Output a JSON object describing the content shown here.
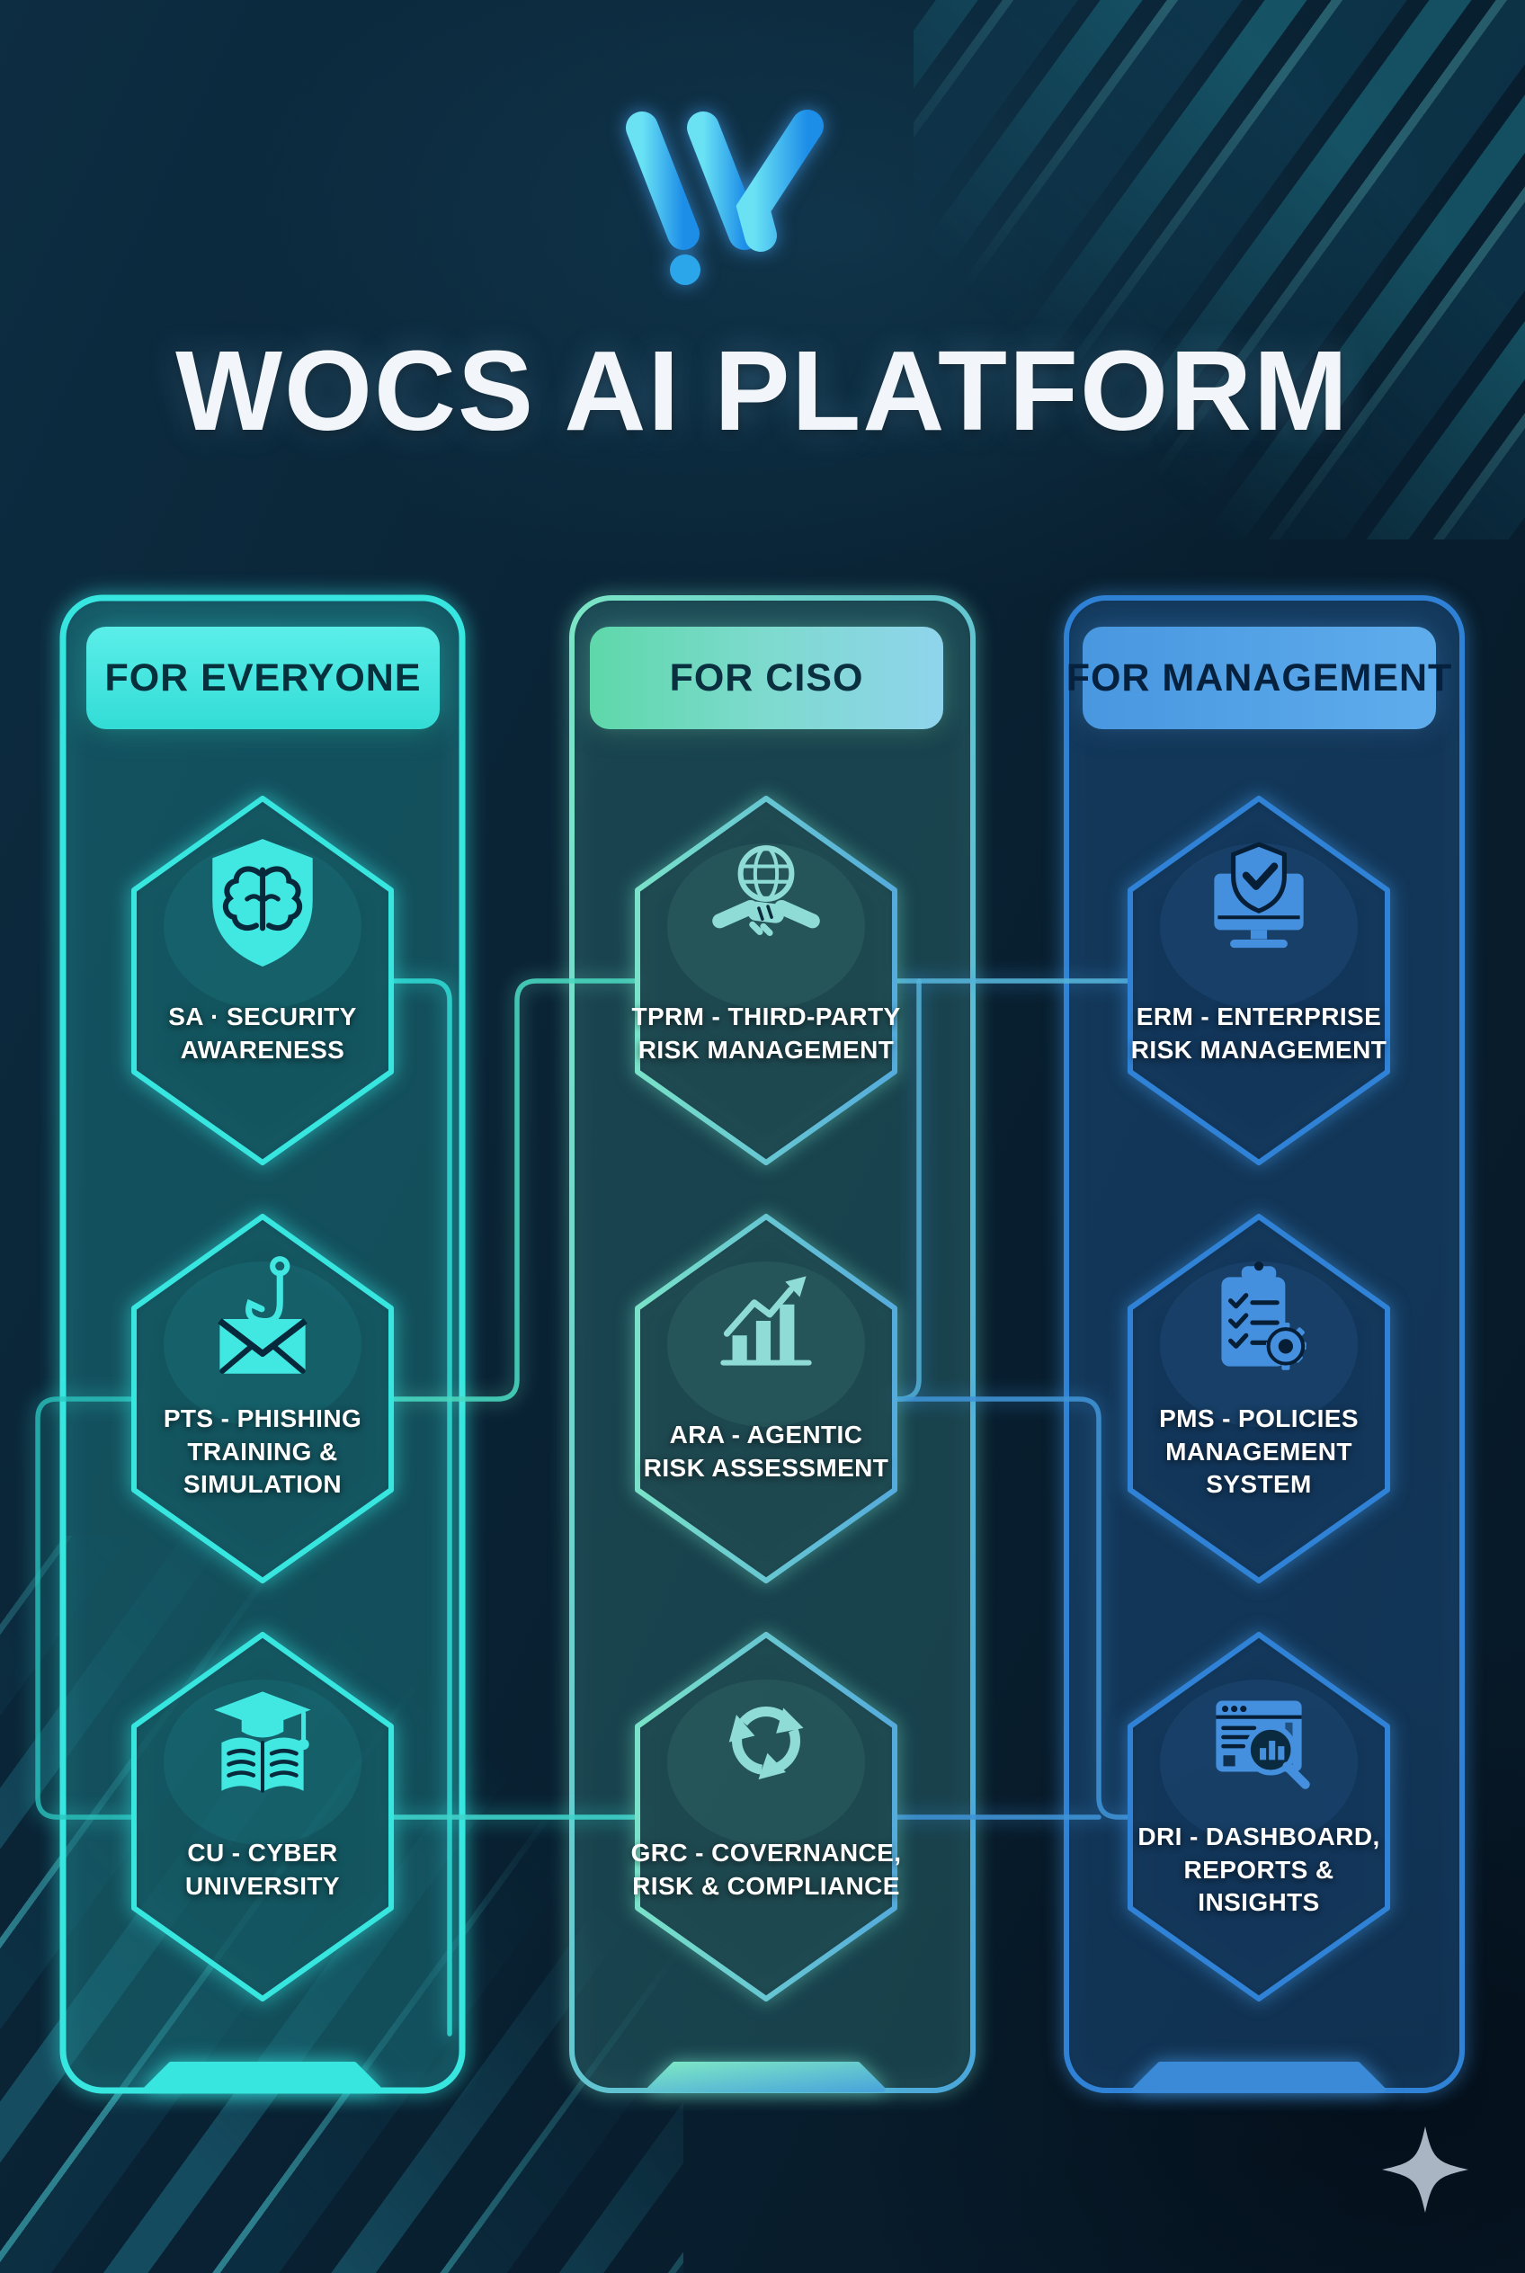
{
  "brand": {
    "title": "WOCS AI PLATFORM",
    "logo": "wocs-logo"
  },
  "palette": {
    "background": "#081e2e",
    "cyan_accent": "#38e6e0",
    "teal_accent": "#6fd9c0",
    "blue_accent": "#2f82d6",
    "title_color": "#f2f6fa",
    "sparkle_color": "#b9c3d2"
  },
  "columns": [
    {
      "header": "FOR EVERYONE",
      "accent": "#38e6e0",
      "items": [
        {
          "icon": "shield-brain-icon",
          "lines": [
            "SA · SECURITY",
            "AWARENESS"
          ]
        },
        {
          "icon": "phishing-email-hook-icon",
          "lines": [
            "PTS - PHISHING",
            "TRAINING &",
            "SIMULATION"
          ]
        },
        {
          "icon": "graduation-book-icon",
          "lines": [
            "CU - CYBER",
            "UNIVERSITY"
          ]
        }
      ]
    },
    {
      "header": "FOR CISO",
      "accent": "#6fd9c0",
      "items": [
        {
          "icon": "globe-handshake-icon",
          "lines": [
            "TPRM - THIRD-PARTY",
            "RISK MANAGEMENT"
          ]
        },
        {
          "icon": "growth-chart-icon",
          "lines": [
            "ARA - AGENTIC",
            "RISK ASSESSMENT"
          ]
        },
        {
          "icon": "recycle-icon",
          "lines": [
            "GRC - COVERNANCE,",
            "RISK & COMPLIANCE"
          ]
        }
      ]
    },
    {
      "header": "FOR MANAGEMENT",
      "accent": "#2f82d6",
      "items": [
        {
          "icon": "monitor-shield-check-icon",
          "lines": [
            "ERM - ENTERPRISE",
            "RISK MANAGEMENT"
          ]
        },
        {
          "icon": "clipboard-gear-icon",
          "lines": [
            "PMS - POLICIES",
            "MANAGEMENT",
            "SYSTEM"
          ]
        },
        {
          "icon": "dashboard-search-icon",
          "lines": [
            "DRI - DASHBOARD,",
            "REPORTS &",
            "INSIGHTS"
          ]
        }
      ]
    }
  ]
}
